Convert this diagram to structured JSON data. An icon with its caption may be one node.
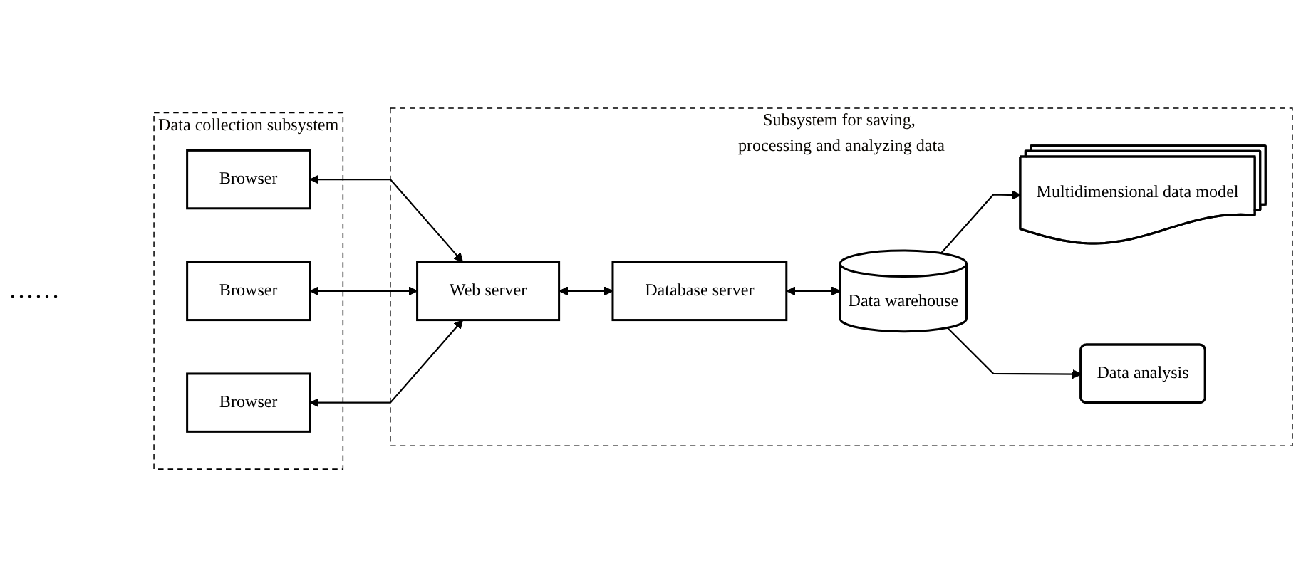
{
  "diagram": {
    "nodes": [
      {
        "text": [
          "Data collection subsystem"
        ]
      },
      {
        "text": [
          "Browser"
        ],
        "in": 0
      },
      {
        "text": [
          "Browser"
        ],
        "in": 0
      },
      {
        "text": [
          "Browser"
        ],
        "in": 0
      },
      {
        "text": [
          "Subsystem for saving, processing and analyzing data"
        ]
      },
      {
        "text": [
          "Web server"
        ],
        "in": 4
      },
      {
        "text": [
          "Database server"
        ],
        "in": 4
      },
      {
        "text": [
          "Data warehouse"
        ],
        "in": 4
      },
      {
        "text": [
          "Multidimensional data model"
        ],
        "in": 4
      },
      {
        "text": [
          "Data analysis"
        ],
        "in": 4
      }
    ],
    "edges": [
      {
        "from": 1,
        "to": 5,
        "arrow": "both"
      },
      {
        "from": 2,
        "to": 5,
        "arrow": "both"
      },
      {
        "from": 3,
        "to": 5,
        "arrow": "both"
      },
      {
        "from": 5,
        "to": 6,
        "arrow": "both"
      },
      {
        "from": 6,
        "to": 7,
        "arrow": "both"
      },
      {
        "from": 7,
        "to": 8,
        "arrow": "to"
      },
      {
        "from": 7,
        "to": 9,
        "arrow": "to"
      }
    ],
    "labels": [
      "……"
    ]
  }
}
